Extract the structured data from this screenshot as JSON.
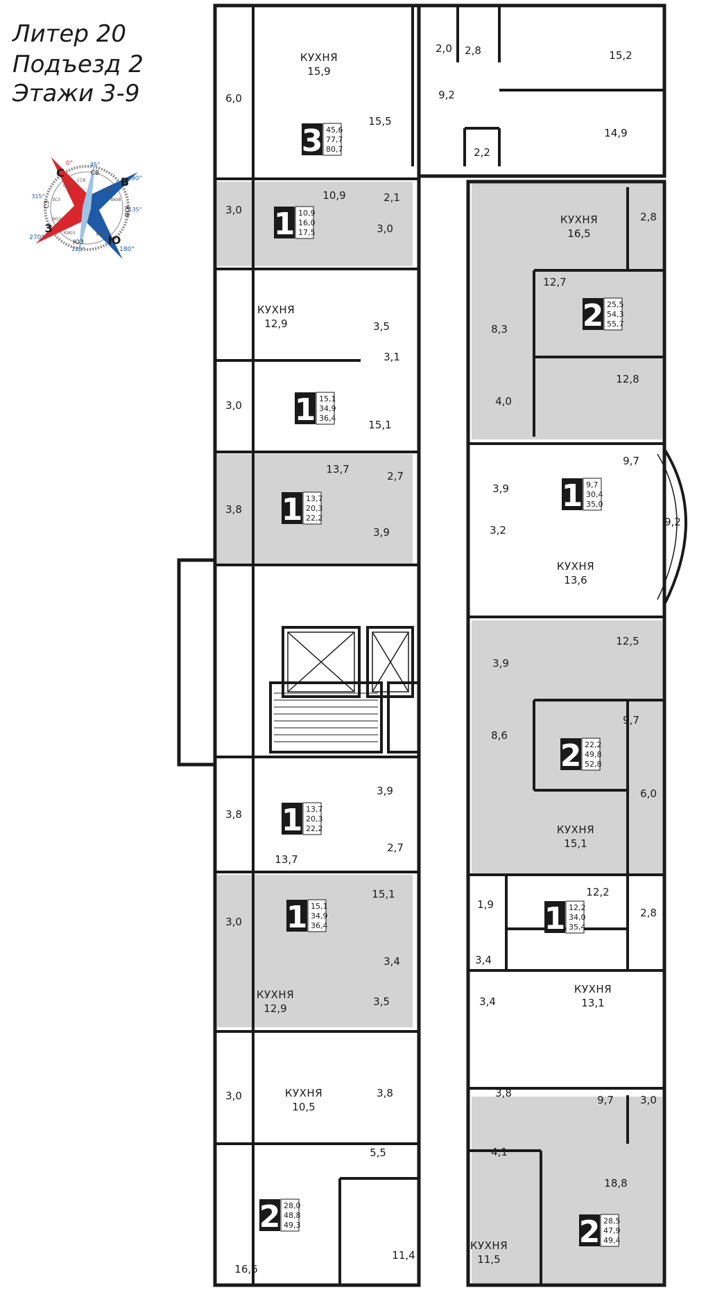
{
  "header": {
    "line1": "Литер 20",
    "line2": "Подъезд 2",
    "line3": "Этажи 3-9"
  },
  "compass": {
    "north": "С",
    "south": "Ю",
    "east": "В",
    "west": "З",
    "nw": "СЗ",
    "ne": "СВ",
    "sw": "ЮЗ",
    "se": "ЮВ",
    "nne": "ССВ",
    "ene": "ВСВ",
    "ese": "ВЮВ",
    "sse": "ЮЮВ",
    "ssw": "ЮЮЗ",
    "wsw": "ЗЮЗ",
    "wnw": "ЗСЗ",
    "nnw": "ССЗ",
    "deg0": "0°",
    "deg45": "45°",
    "deg90": "90°",
    "deg135": "135°",
    "deg180": "180°",
    "deg225": "225°",
    "deg270": "270°",
    "deg315": "315°",
    "colors": {
      "red": "#d9262c",
      "blue": "#1e5aa8",
      "grey": "#888888"
    }
  },
  "colors": {
    "shaded": "#d3d3d3",
    "wall": "#1a1a1a",
    "badge": "#1a1a1a"
  },
  "kitchen_word": "КУХНЯ",
  "apartments": [
    {
      "rooms": "3",
      "areas": [
        "45,6",
        "77,7",
        "80,7"
      ]
    },
    {
      "rooms": "1",
      "areas": [
        "10,9",
        "16,0",
        "17,5"
      ]
    },
    {
      "rooms": "1",
      "areas": [
        "15,1",
        "34,9",
        "36,4"
      ]
    },
    {
      "rooms": "1",
      "areas": [
        "13,7",
        "20,3",
        "22,2"
      ]
    },
    {
      "rooms": "1",
      "areas": [
        "13,7",
        "20,3",
        "22,2"
      ]
    },
    {
      "rooms": "1",
      "areas": [
        "15,1",
        "34,9",
        "36,4"
      ]
    },
    {
      "rooms": "2",
      "areas": [
        "28,0",
        "48,8",
        "49,3"
      ]
    },
    {
      "rooms": "2",
      "areas": [
        "25,5",
        "54,3",
        "55,7"
      ]
    },
    {
      "rooms": "1",
      "areas": [
        "9,7",
        "30,4",
        "35,0"
      ]
    },
    {
      "rooms": "2",
      "areas": [
        "22,2",
        "49,8",
        "52,8"
      ]
    },
    {
      "rooms": "1",
      "areas": [
        "12,2",
        "34,0",
        "35,4"
      ]
    },
    {
      "rooms": "2",
      "areas": [
        "28,5",
        "47,9",
        "49,4"
      ]
    }
  ],
  "rooms_left": {
    "r1": "15,9",
    "r2": "6,0",
    "r3": "15,5",
    "r4": "2,0",
    "r5": "2,8",
    "r6": "9,2",
    "r7": "2,2",
    "r8": "10,9",
    "r9": "3,0",
    "r10": "2,1",
    "r11": "3,0",
    "r12": "12,9",
    "r13": "3,5",
    "r14": "3,1",
    "r15": "3,0",
    "r16": "15,1",
    "r17": "13,7",
    "r18": "3,8",
    "r19": "2,7",
    "r20": "3,9",
    "r21": "3,8",
    "r22": "3,9",
    "r23": "13,7",
    "r24": "2,7",
    "r25": "15,1",
    "r26": "3,0",
    "r27": "3,4",
    "r28": "12,9",
    "r29": "3,5",
    "r30": "3,0",
    "r31": "10,5",
    "r32": "3,8",
    "r33": "5,5",
    "r34": "16,6",
    "r35": "11,4"
  },
  "rooms_right": {
    "r1": "15,2",
    "r2": "14,9",
    "r3": "16,5",
    "r4": "2,8",
    "r5": "12,7",
    "r6": "8,3",
    "r7": "12,8",
    "r8": "4,0",
    "r9": "9,7",
    "r10": "3,9",
    "r11": "9,2",
    "r12": "3,2",
    "r13": "13,6",
    "r14": "12,5",
    "r15": "3,9",
    "r16": "8,6",
    "r17": "9,7",
    "r18": "6,0",
    "r19": "15,1",
    "r20": "1,9",
    "r21": "12,2",
    "r22": "2,8",
    "r23": "3,4",
    "r24": "13,1",
    "r25": "3,4",
    "r26": "3,8",
    "r27": "9,7",
    "r28": "3,0",
    "r29": "4,1",
    "r30": "18,8",
    "r31": "11,5"
  }
}
